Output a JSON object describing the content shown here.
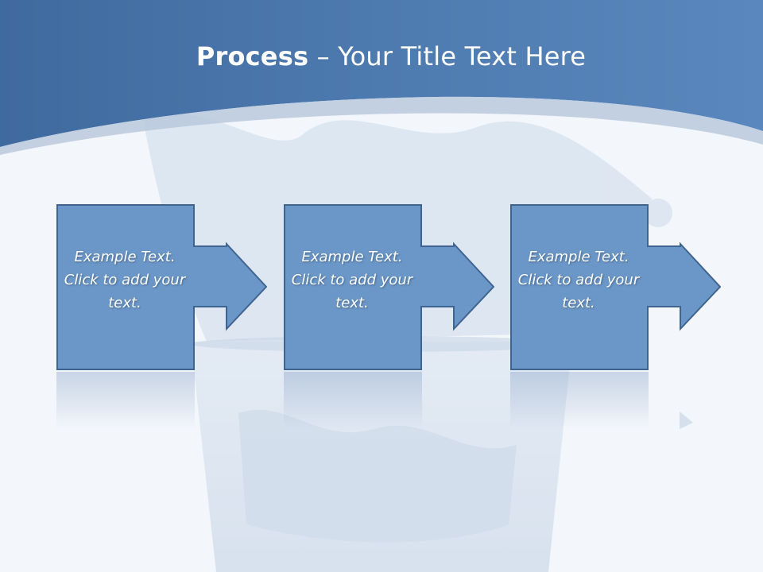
{
  "header": {
    "title_bold": "Process",
    "title_rest": " – Your Title Text Here"
  },
  "colors": {
    "header_band": "#4f7cb4",
    "box_fill": "#6b97c8",
    "box_border": "#3f648f",
    "background": "#f3f6fb"
  },
  "steps": [
    {
      "text": "Example Text. Click  to add your text."
    },
    {
      "text": "Example Text. Click  to add your text."
    },
    {
      "text": "Example Text. Click  to add your text."
    }
  ]
}
